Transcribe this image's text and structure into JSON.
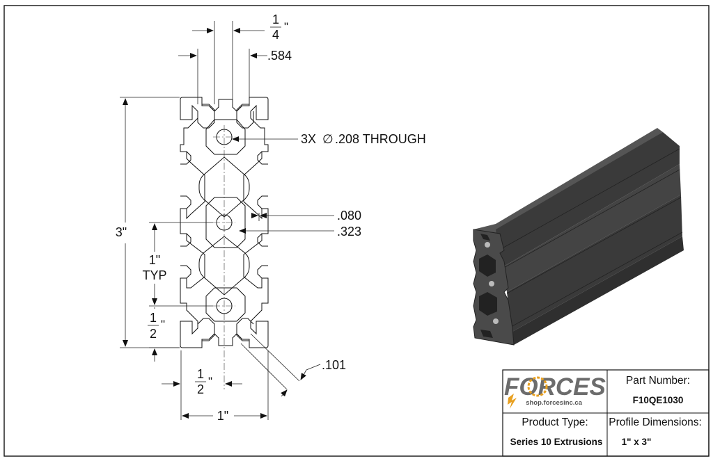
{
  "drawing": {
    "dimensions": {
      "slot_width_num": "1",
      "slot_width_den": "4",
      "slot_width_unit": "\"",
      "slot_lip_width": ".584",
      "hole_callout_qty": "3X",
      "hole_callout_symbol": "∅",
      "hole_callout_value": ".208 THROUGH",
      "wall_thickness": ".080",
      "core_offset": ".323",
      "overall_height": "3\"",
      "pitch": "1\"",
      "pitch_note": "TYP",
      "half_inch_v_num": "1",
      "half_inch_v_den": "2",
      "half_inch_v_unit": "\"",
      "half_inch_h_num": "1",
      "half_inch_h_den": "2",
      "half_inch_h_unit": "\"",
      "overall_width": "1\"",
      "chamfer": ".101"
    }
  },
  "title_block": {
    "logo_text": "FORCES",
    "logo_url": "shop.forcesinc.ca",
    "part_number_label": "Part Number:",
    "part_number_value": "F10QE1030",
    "product_type_label": "Product Type:",
    "product_type_value": "Series 10 Extrusions",
    "profile_dimensions_label": "Profile Dimensions:",
    "profile_dimensions_value": "1\" x 3\""
  },
  "colors": {
    "line": "#111111",
    "extrusion_dark": "#3a3a3a",
    "extrusion_mid": "#555555",
    "extrusion_light": "#7a7a7a",
    "logo_gray": "#6c6c6c",
    "logo_accent": "#e8a020"
  },
  "icons": {
    "logo_mark": "gear-o-icon",
    "diameter_symbol": "diameter-icon"
  }
}
